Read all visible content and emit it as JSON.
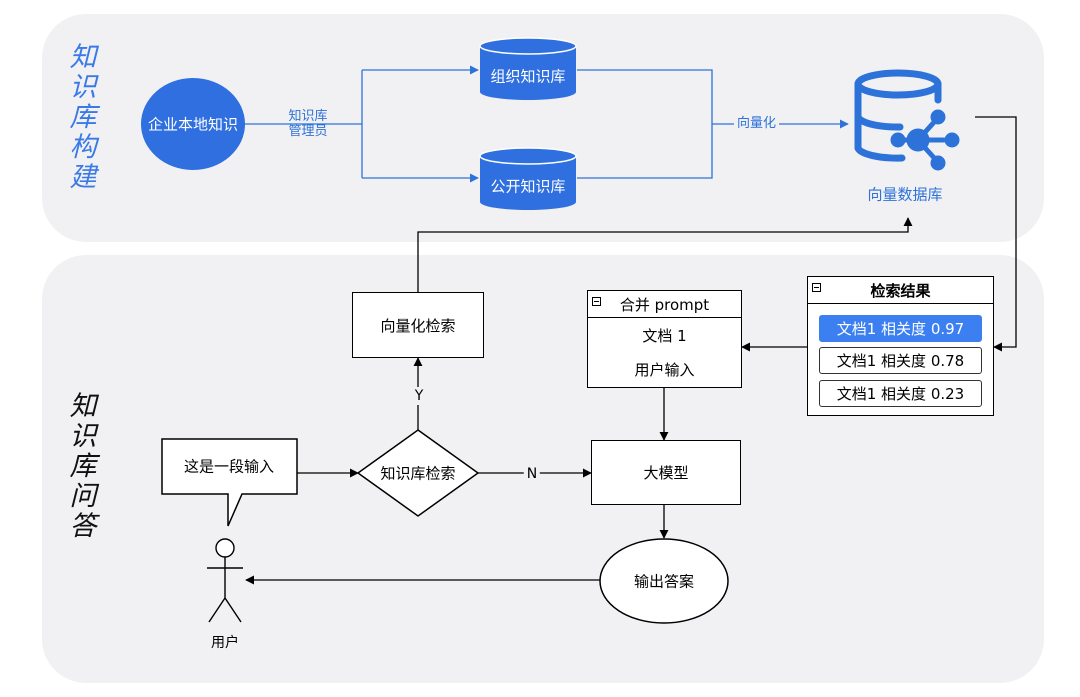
{
  "sections": {
    "build_title": "知识库构建",
    "qa_title": "知识库问答"
  },
  "build": {
    "source": "企业本地知识",
    "admin_edge_label_line1": "知识库",
    "admin_edge_label_line2": "管理员",
    "org_kb": "组织知识库",
    "public_kb": "公开知识库",
    "vectorize_edge_label": "向量化",
    "vector_db": "向量数据库",
    "vector_db_icon": "database-network-icon"
  },
  "qa": {
    "user_bubble": "这是一段输入",
    "user": "用户",
    "decision": "知识库检索",
    "yes_label": "Y",
    "no_label": "N",
    "vector_search": "向量化检索",
    "llm": "大模型",
    "answer": "输出答案",
    "prompt": {
      "title": "合并 prompt",
      "lines": [
        "文档 1",
        "用户输入"
      ]
    },
    "results": {
      "title": "检索结果",
      "items": [
        "文档1 相关度 0.97",
        "文档1 相关度 0.78",
        "文档1 相关度 0.23"
      ]
    }
  },
  "colors": {
    "accent": "#2d72d9",
    "ellipse": "#2f6fe0",
    "panel": "#f1f1f3",
    "highlight": "#3c7ff0"
  }
}
